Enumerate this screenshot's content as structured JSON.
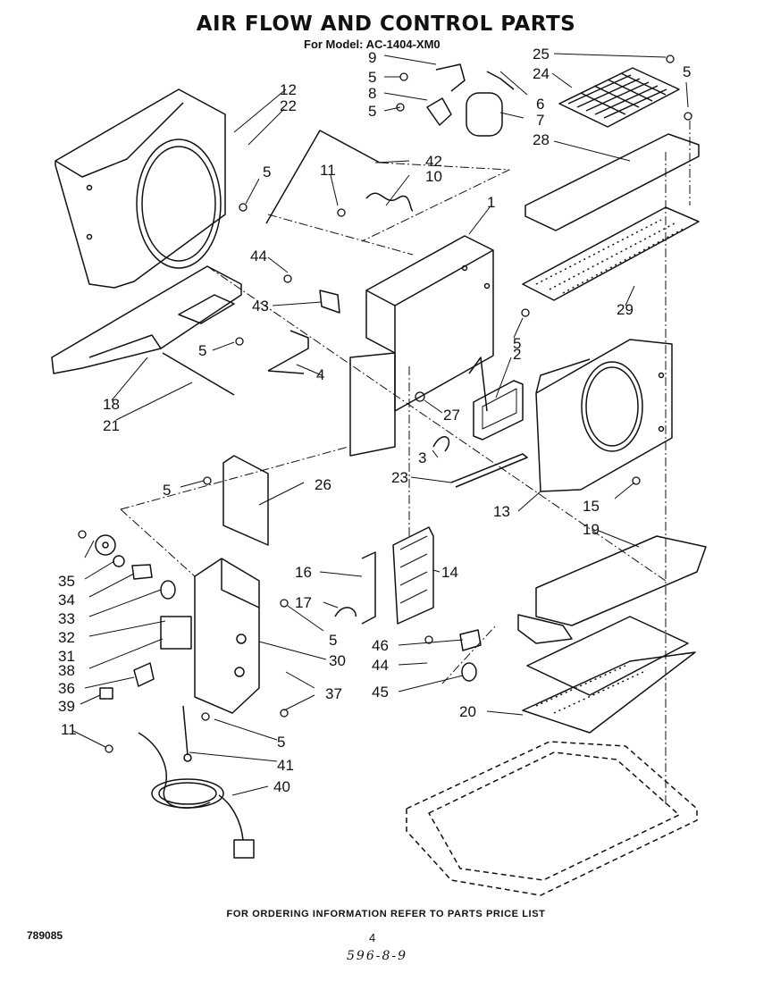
{
  "header": {
    "title": "AIR FLOW AND CONTROL PARTS",
    "subtitle": "For Model: AC-1404-XM0"
  },
  "callouts": {
    "c1": "1",
    "c2": "2",
    "c3": "3",
    "c4": "4",
    "c5a": "5",
    "c5b": "5",
    "c5c": "5",
    "c5d": "5",
    "c5e": "5",
    "c5f": "5",
    "c5g": "5",
    "c5h": "5",
    "c5i": "5",
    "c6": "6",
    "c7": "7",
    "c8": "8",
    "c9": "9",
    "c10": "10",
    "c11a": "11",
    "c11b": "11",
    "c12": "12",
    "c13": "13",
    "c14": "14",
    "c15": "15",
    "c16": "16",
    "c17": "17",
    "c18": "18",
    "c19": "19",
    "c20": "20",
    "c21": "21",
    "c22": "22",
    "c23": "23",
    "c24": "24",
    "c25": "25",
    "c26": "26",
    "c27": "27",
    "c28": "28",
    "c29": "29",
    "c30": "30",
    "c31": "31",
    "c32": "32",
    "c33": "33",
    "c34": "34",
    "c35": "35",
    "c36": "36",
    "c37": "37",
    "c38": "38",
    "c39": "39",
    "c40": "40",
    "c41": "41",
    "c42": "42",
    "c43": "43",
    "c44a": "44",
    "c44b": "44",
    "c45": "45",
    "c46": "46"
  },
  "footer": {
    "ordering_note": "FOR ORDERING INFORMATION REFER TO PARTS PRICE LIST",
    "doc_number": "789085",
    "page_number": "4",
    "handwritten_code": "596-8-9"
  }
}
